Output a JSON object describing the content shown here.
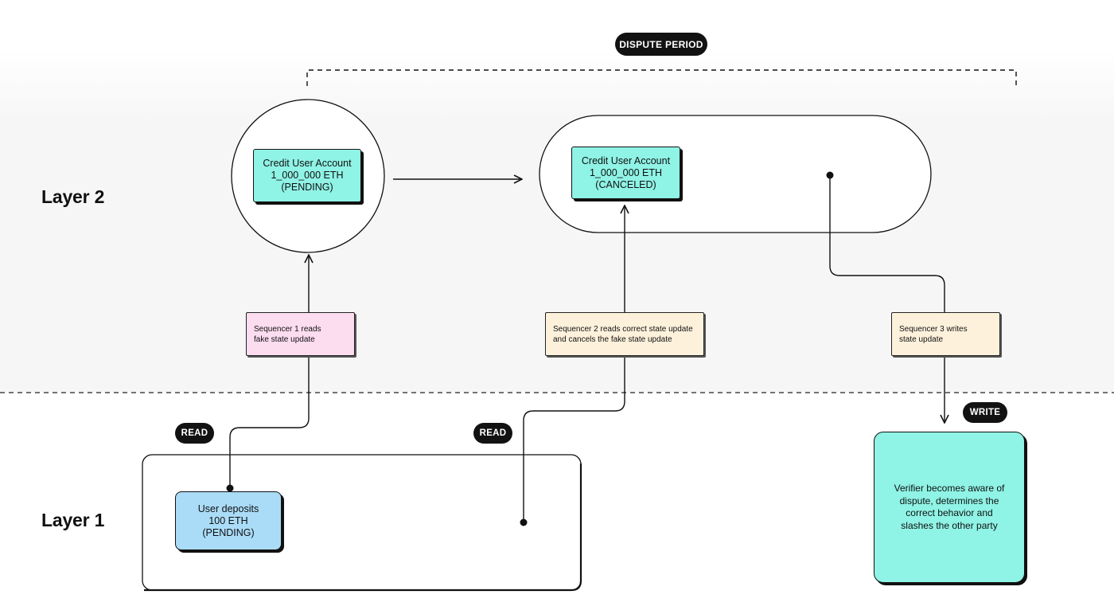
{
  "dispute_period": {
    "label": "DISPUTE PERIOD"
  },
  "layers": {
    "layer2": "Layer 2",
    "layer1": "Layer 1"
  },
  "pills": {
    "read_left": "READ",
    "read_right": "READ",
    "write": "WRITE"
  },
  "credit_pending": {
    "line1": "Credit User Account",
    "line2": "1_000_000 ETH",
    "line3": "(PENDING)"
  },
  "credit_canceled": {
    "line1": "Credit User Account",
    "line2": "1_000_000 ETH",
    "line3": "(CANCELED)"
  },
  "deposit": {
    "line1": "User deposits",
    "line2": "100 ETH",
    "line3": "(PENDING)"
  },
  "sequencer1": {
    "line1": "Sequencer 1 reads",
    "line2": "fake state update"
  },
  "sequencer2": {
    "line1": "Sequencer 2 reads correct state update",
    "line2": "and cancels the fake state update"
  },
  "sequencer3": {
    "line1": "Sequencer 3 writes",
    "line2": "state update"
  },
  "verifier": {
    "line1": "Verifier becomes aware of",
    "line2": "dispute, determines the",
    "line3": "correct behavior and",
    "line4": "slashes the other party"
  },
  "colors": {
    "credit": "#8ff3e5",
    "deposit": "#aadcf8",
    "sequencer1": "#fcdcef",
    "sequencer_other": "#fdf1dc",
    "pill": "#121212"
  }
}
